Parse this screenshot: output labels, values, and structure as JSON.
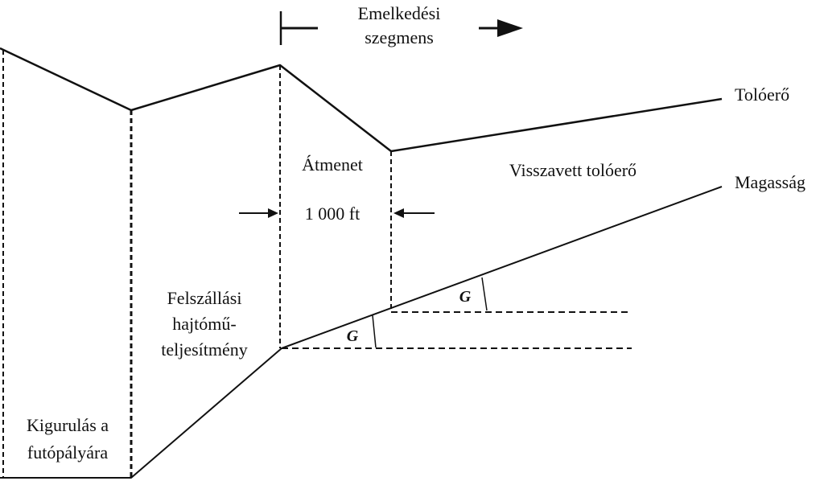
{
  "labels": {
    "climb_segment_line1": "Emelkedési",
    "climb_segment_line2": "szegmens",
    "thrust": "Tolóerő",
    "altitude": "Magasság",
    "transition": "Átmenet",
    "distance": "1 000 ft",
    "reduced_thrust": "Visszavett tolóerő",
    "takeoff_power_line1": "Felszállási",
    "takeoff_power_line2": "hajtómű-",
    "takeoff_power_line3": "teljesítmény",
    "taxi_line1": "Kigurulás a",
    "taxi_line2": "futópályára",
    "gradient_upper": "G",
    "gradient_lower": "G"
  },
  "colors": {
    "ink": "#111111"
  }
}
